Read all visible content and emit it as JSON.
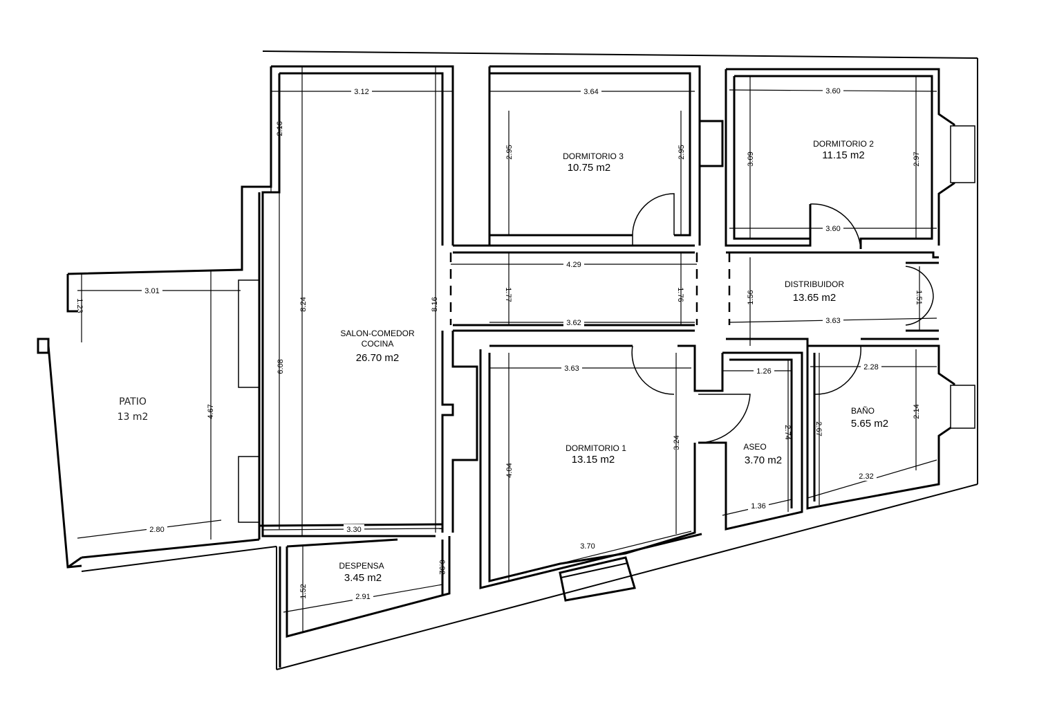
{
  "rooms": {
    "patio": {
      "name": "PATIO",
      "area": "13 m2"
    },
    "salon": {
      "name_line1": "SALON-COMEDOR",
      "name_line2": "COCINA",
      "area": "26.70 m2"
    },
    "dorm3": {
      "name": "DORMITORIO 3",
      "area": "10.75 m2"
    },
    "dorm2": {
      "name": "DORMITORIO 2",
      "area": "11.15 m2"
    },
    "distribuidor": {
      "name": "DISTRIBUIDOR",
      "area": "13.65 m2"
    },
    "dorm1": {
      "name": "DORMITORIO 1",
      "area": "13.15 m2"
    },
    "aseo": {
      "name": "ASEO",
      "area": "3.70 m2"
    },
    "bano": {
      "name": "BAÑO",
      "area": "5.65 m2"
    },
    "despensa": {
      "name": "DESPENSA",
      "area": "3.45 m2"
    }
  },
  "dimensions": {
    "salon_width_top": "3.12",
    "salon_height_left": "8.24",
    "salon_height_right": "8.16",
    "salon_upper_left": "2.16",
    "salon_lower_left": "6.08",
    "salon_width_bottom": "3.30",
    "patio_width_top": "3.01",
    "patio_width_bottom": "2.80",
    "patio_height": "4.67",
    "patio_small": "1.23",
    "dorm3_width": "3.64",
    "dorm3_height_left": "2.95",
    "dorm3_height_right": "2.95",
    "dorm2_width_top": "3.60",
    "dorm2_width_bottom": "3.60",
    "dorm2_height_left": "3.09",
    "dorm2_height_right": "2.97",
    "hall_width_top": "4.29",
    "hall_width_bottom": "3.62",
    "hall_height_left": "1.77",
    "hall_height_right": "1.76",
    "distribuidor_height": "1.56",
    "distribuidor_width": "3.63",
    "distribuidor_door": "1.51",
    "dorm1_width_top": "3.63",
    "dorm1_width_bottom": "3.70",
    "dorm1_height_left": "4.04",
    "dorm1_height_right": "3.24",
    "aseo_width_top": "1.26",
    "aseo_width_bottom": "1.36",
    "aseo_height": "2.74",
    "bano_width_top": "2.28",
    "bano_width_bottom": "2.32",
    "bano_height_left": "2.67",
    "bano_height_right": "2.14",
    "despensa_width": "2.91",
    "despensa_height": "1.52",
    "despensa_door": "0.92"
  }
}
